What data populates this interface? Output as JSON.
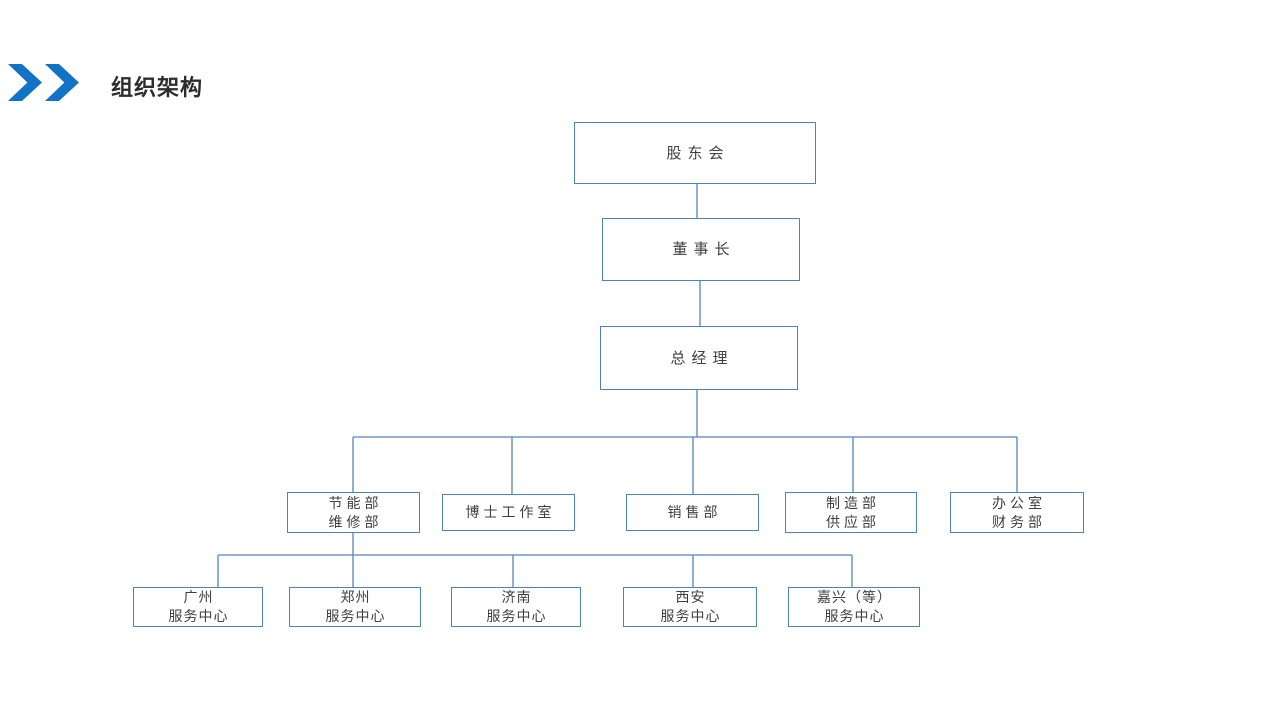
{
  "slide": {
    "title": "组织架构"
  },
  "colors": {
    "chevron_blue": "#1272C6",
    "box_border_blue": "#4F81BD",
    "connector_blue": "#5585BC",
    "box_text": "#404040",
    "title_text": "#2D2D2D"
  },
  "org_chart": {
    "nodes": [
      {
        "id": "shareholders",
        "line1": "股东会",
        "level": 1
      },
      {
        "id": "chairman",
        "line1": "董事长",
        "level": 2,
        "parent": "股东会"
      },
      {
        "id": "general-manager",
        "line1": "总经理",
        "level": 3,
        "parent": "董事长"
      },
      {
        "id": "energy-maintenance",
        "line1": "节能部",
        "line2": "维修部",
        "level": 4,
        "parent": "总经理"
      },
      {
        "id": "doctor-studio",
        "line1": "博士工作室",
        "level": 4,
        "parent": "总经理"
      },
      {
        "id": "sales",
        "line1": "销售部",
        "level": 4,
        "parent": "总经理"
      },
      {
        "id": "manufacturing-supply",
        "line1": "制造部",
        "line2": "供应部",
        "level": 4,
        "parent": "总经理"
      },
      {
        "id": "office-finance",
        "line1": "办公室",
        "line2": "财务部",
        "level": 4,
        "parent": "总经理"
      },
      {
        "id": "guangzhou-center",
        "line1": "广州",
        "line2": "服务中心",
        "level": 5,
        "parent": "节能部 维修部"
      },
      {
        "id": "zhengzhou-center",
        "line1": "郑州",
        "line2": "服务中心",
        "level": 5,
        "parent": "节能部 维修部"
      },
      {
        "id": "jinan-center",
        "line1": "济南",
        "line2": "服务中心",
        "level": 5,
        "parent": "节能部 维修部"
      },
      {
        "id": "xian-center",
        "line1": "西安",
        "line2": "服务中心",
        "level": 5,
        "parent": "节能部 维修部"
      },
      {
        "id": "jiaxing-center",
        "line1": "嘉兴（等）",
        "line2": "服务中心",
        "level": 5,
        "parent": "节能部 维修部"
      }
    ]
  }
}
